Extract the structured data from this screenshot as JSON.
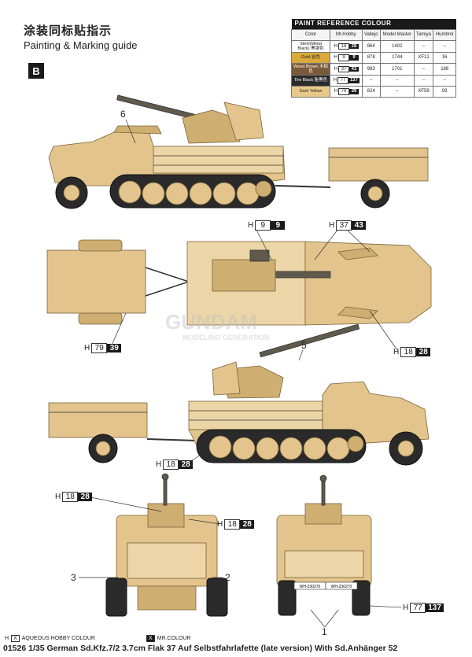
{
  "header": {
    "title_cn": "涂装同标贴指示",
    "title_en": "Painting & Marking guide",
    "section": "B"
  },
  "paint_table": {
    "heading": "PAINT  REFERENCE COLOUR",
    "columns": [
      "Color",
      "Mr.Hobby",
      "Vallejo",
      "Model Master",
      "Tamiya",
      "Humbrol"
    ],
    "rows": [
      {
        "color_name": "Steel(Metal Black) 黑钢色",
        "swatch": "#ffffff",
        "h_prefix": "H",
        "h_box": "18",
        "h_num": "28",
        "vallejo": "864",
        "model_master": "1402",
        "tamiya": "–",
        "humbrol": "–"
      },
      {
        "color_name": "Gold 金色",
        "swatch": "#d9a93a",
        "h_prefix": "H",
        "h_box": "9",
        "h_num": "9",
        "vallejo": "878",
        "model_master": "1744",
        "tamiya": "XF12",
        "humbrol": "16"
      },
      {
        "color_name": "Wood Brown 木棕色",
        "swatch": "#7a5a3a",
        "h_prefix": "H",
        "h_box": "37",
        "h_num": "43",
        "vallejo": "983",
        "model_master": "1701",
        "tamiya": "–",
        "humbrol": "186"
      },
      {
        "color_name": "Tire Black 胎黑色",
        "swatch": "#2b2b2b",
        "h_prefix": "H",
        "h_box": "77",
        "h_num": "137",
        "vallejo": "–",
        "model_master": "–",
        "tamiya": "–",
        "humbrol": "–"
      },
      {
        "color_name": "Dark Yellow",
        "swatch": "#e8c98a",
        "h_prefix": "H",
        "h_box": "79",
        "h_num": "39",
        "vallejo": "824",
        "model_master": "–",
        "tamiya": "XF59",
        "humbrol": "93"
      }
    ]
  },
  "callouts": {
    "top_view_left": {
      "h": "H",
      "box": "79",
      "num": "39"
    },
    "top_view_gun": {
      "h": "H",
      "box": "9",
      "num": "9"
    },
    "top_view_wood": {
      "h": "H",
      "box": "37",
      "num": "43"
    },
    "top_view_steel": {
      "h": "H",
      "box": "18",
      "num": "28"
    },
    "lower_side": {
      "h": "H",
      "box": "18",
      "num": "28"
    },
    "front_top": {
      "h": "H",
      "box": "18",
      "num": "28"
    },
    "front_mid": {
      "h": "H",
      "box": "18",
      "num": "28"
    },
    "rear_tire": {
      "h": "H",
      "box": "77",
      "num": "137"
    }
  },
  "markers": {
    "m6": "6",
    "m5": "5",
    "m3": "3",
    "m2": "2",
    "m1": "1"
  },
  "plates": {
    "left": "WH-230270",
    "right": "WH-230270"
  },
  "watermark": {
    "main": "GUNDAM",
    "sub": "MODELING GENERATION"
  },
  "footer": {
    "legend_aqueous_box": "X",
    "legend_aqueous_prefix": "H",
    "legend_aqueous_label": "AQUEOUS HOBBY COLOUR",
    "legend_mr_box": "X",
    "legend_mr_label": "MR.COLOUR",
    "title": "01526 1/35 German Sd.Kfz.7/2  3.7cm Flak 37 Auf Selbstfahrlafette (late version) With Sd.Anhänger 52"
  },
  "colors": {
    "sand": "#e2c48c",
    "tire": "#2a2a2a",
    "steel": "#5f5a4c",
    "header_bg": "#1a1a1a"
  }
}
